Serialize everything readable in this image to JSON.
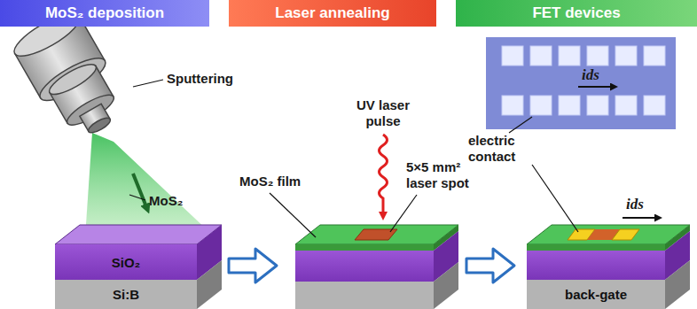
{
  "diagram": {
    "nodes": [
      {
        "text": [
          "MoS₂ deposition"
        ]
      },
      {
        "text": [
          "Laser annealing"
        ]
      },
      {
        "text": [
          "FET devices"
        ]
      },
      {
        "text": [
          "SiO₂"
        ]
      },
      {
        "text": [
          "Si:B"
        ]
      },
      {
        "text": [
          "back-gate"
        ]
      }
    ],
    "labels": [
      "Sputtering",
      "MoS₂",
      "MoS₂ film",
      "UV laser pulse",
      "5×5 mm² laser spot",
      "ids",
      "electric contact",
      "ids"
    ]
  }
}
